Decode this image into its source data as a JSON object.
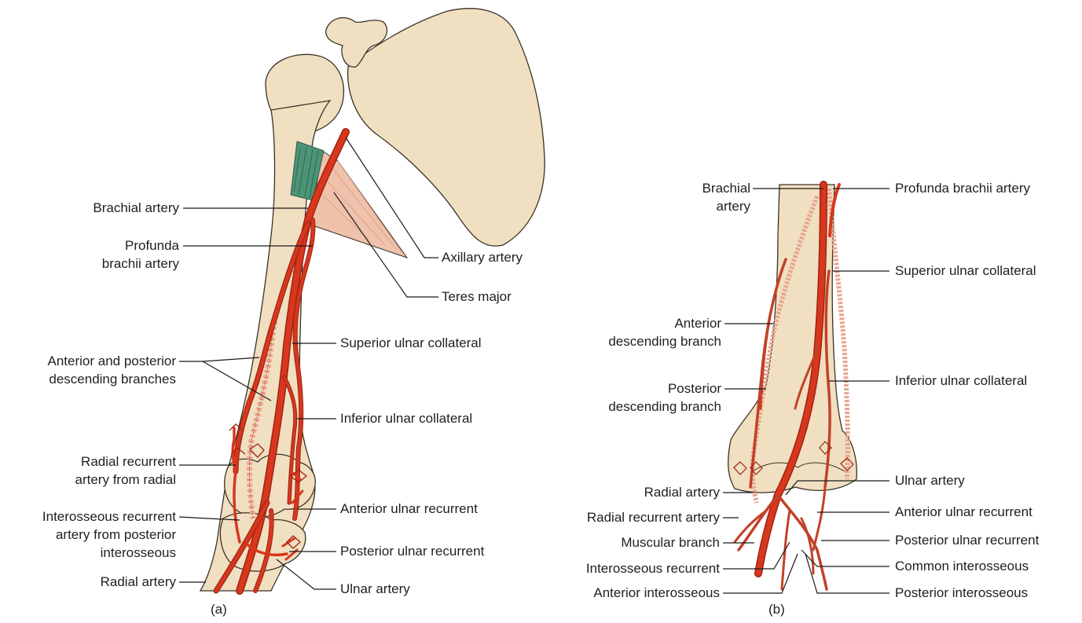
{
  "colors": {
    "bone_fill": "#f1dfc1",
    "bone_stroke": "#3a3226",
    "artery": "#d8371e",
    "artery_dark": "#9e2412",
    "artery_faint": "#e9a48f",
    "muscle_pink": "#f0c2ac",
    "muscle_green": "#4c9476",
    "leader": "#1a1a1a"
  },
  "panel_a": {
    "caption": "(a)",
    "labels": {
      "brachial_artery": "Brachial artery",
      "profunda_line1": "Profunda",
      "profunda_line2": "brachii artery",
      "ant_post_line1": "Anterior and posterior",
      "ant_post_line2": "descending branches",
      "radial_recurrent_line1": "Radial recurrent",
      "radial_recurrent_line2": "artery from radial",
      "interosseous_line1": "Interosseous recurrent",
      "interosseous_line2": "artery from posterior",
      "interosseous_line3": "interosseous",
      "radial_artery": "Radial artery",
      "axillary_artery": "Axillary artery",
      "teres_major": "Teres major",
      "superior_ulnar": "Superior ulnar collateral",
      "inferior_ulnar": "Inferior ulnar collateral",
      "anterior_ulnar": "Anterior ulnar recurrent",
      "posterior_ulnar": "Posterior ulnar recurrent",
      "ulnar_artery": "Ulnar artery"
    }
  },
  "panel_b": {
    "caption": "(b)",
    "labels": {
      "brachial_line1": "Brachial",
      "brachial_line2": "artery",
      "anterior_desc_line1": "Anterior",
      "anterior_desc_line2": "descending branch",
      "posterior_desc_line1": "Posterior",
      "posterior_desc_line2": "descending branch",
      "radial_artery": "Radial artery",
      "radial_recurrent": "Radial recurrent artery",
      "muscular_branch": "Muscular branch",
      "interosseous_recurrent": "Interosseous recurrent",
      "anterior_interosseous": "Anterior interosseous",
      "profunda_brachii": "Profunda brachii artery",
      "superior_ulnar": "Superior ulnar collateral",
      "inferior_ulnar": "Inferior ulnar collateral",
      "ulnar_artery": "Ulnar artery",
      "anterior_ulnar": "Anterior ulnar recurrent",
      "posterior_ulnar": "Posterior ulnar recurrent",
      "common_interosseous": "Common interosseous",
      "posterior_interosseous": "Posterior interosseous"
    }
  }
}
